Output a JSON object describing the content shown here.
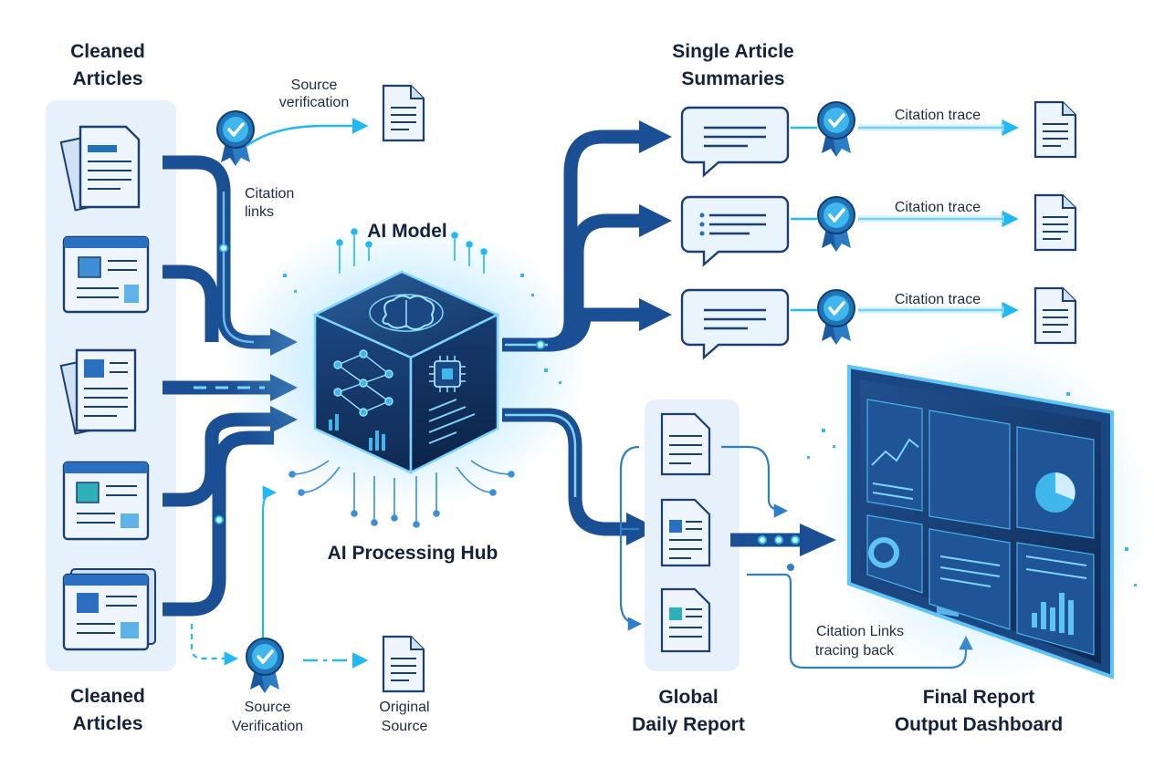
{
  "labels": {
    "cleaned_top_1": "Cleaned",
    "cleaned_top_2": "Articles",
    "cleaned_bottom_1": "Cleaned",
    "cleaned_bottom_2": "Articles",
    "source_verification_top_1": "Source",
    "source_verification_top_2": "verification",
    "citation_links_1": "Citation",
    "citation_links_2": "links",
    "ai_model": "AI Model",
    "ai_hub": "AI Processing Hub",
    "source_verification_bottom_1": "Source",
    "source_verification_bottom_2": "Verification",
    "original_source_1": "Original",
    "original_source_2": "Source",
    "summaries_1": "Single Article",
    "summaries_2": "Summaries",
    "citation_trace": [
      "Citation trace",
      "Citation trace",
      "Citation trace"
    ],
    "global_1": "Global",
    "global_2": "Daily Report",
    "citation_back_1": "Citation Links",
    "citation_back_2": "tracing back",
    "final_1": "Final Report",
    "final_2": "Output Dashboard"
  },
  "icons": {
    "article": "document-stack-icon",
    "webpage": "web-page-icon",
    "badge": "verified-badge-icon",
    "document": "document-icon",
    "chat": "chat-bubble-icon",
    "brain": "brain-icon",
    "dashboard": "dashboard-monitor-icon"
  },
  "colors": {
    "navy": "#173e7a",
    "cyan": "#22b8f0",
    "panel": "#e6f1fb",
    "badge": "#1f73b7",
    "cube": "#143766"
  }
}
